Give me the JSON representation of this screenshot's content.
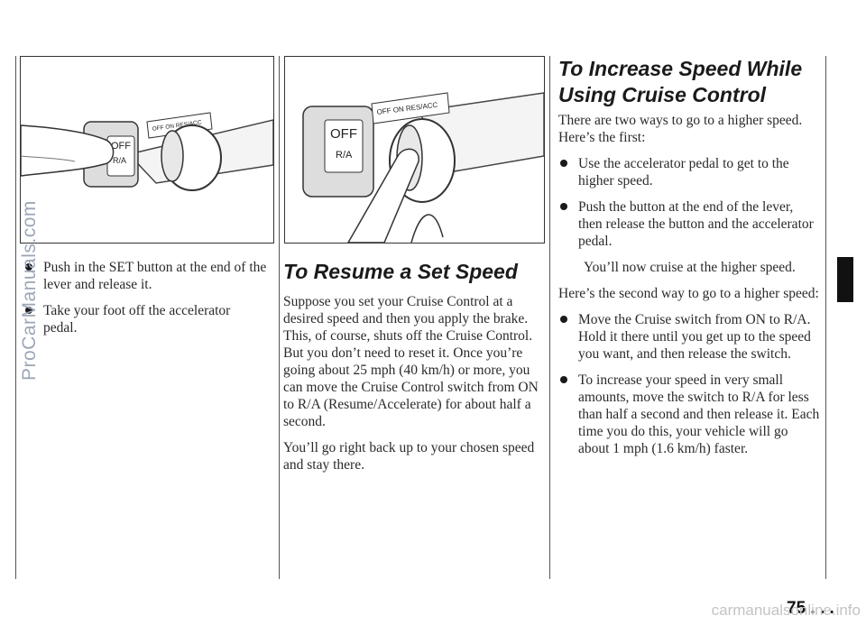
{
  "left_column": {
    "bullets": [
      "Push in the SET button at the end of the lever and release it.",
      "Take your foot off the accelerator pedal."
    ]
  },
  "figures": {
    "left": {
      "switch_off": "OFF",
      "switch_label": "OFF ON RES/ACC",
      "switch_ra": "R/A"
    },
    "middle": {
      "switch_off": "OFF",
      "switch_label": "OFF ON RES/ACC",
      "switch_ra": "R/A"
    }
  },
  "middle_column": {
    "heading": "To Resume a Set Speed",
    "paragraphs": [
      "Suppose you set your Cruise Control at a desired speed and then you apply the brake. This, of course, shuts off the Cruise Control. But you don’t need to reset it. Once you’re going about 25 mph (40 km/h) or more, you can move the Cruise Control switch from ON to R/A (Resume/Accelerate) for about half a second.",
      "You’ll go right back up to your chosen speed and stay there."
    ]
  },
  "right_column": {
    "heading": "To Increase Speed While Using Cruise Control",
    "intro": "There are two ways to go to a higher speed. Here’s the first:",
    "bullets_first": [
      "Use the accelerator pedal to get to the higher speed.",
      "Push the button at the end of the lever, then release the button and the accelerator pedal."
    ],
    "after_first": "You’ll now cruise at the higher speed.",
    "second_intro": "Here’s the second way to go to a higher speed:",
    "bullets_second": [
      "Move the Cruise switch from ON to R/A. Hold it there until you get up to the speed you want, and then release the switch.",
      "To increase your speed in very small amounts, move the switch to R/A for less than half a second and then release it. Each time you do this, your vehicle will go about 1 mph (1.6 km/h) faster."
    ]
  },
  "page_number": "75 . . .",
  "watermarks": {
    "left": "ProCarManuals.com",
    "bottom": "carmanualsonline.info"
  }
}
